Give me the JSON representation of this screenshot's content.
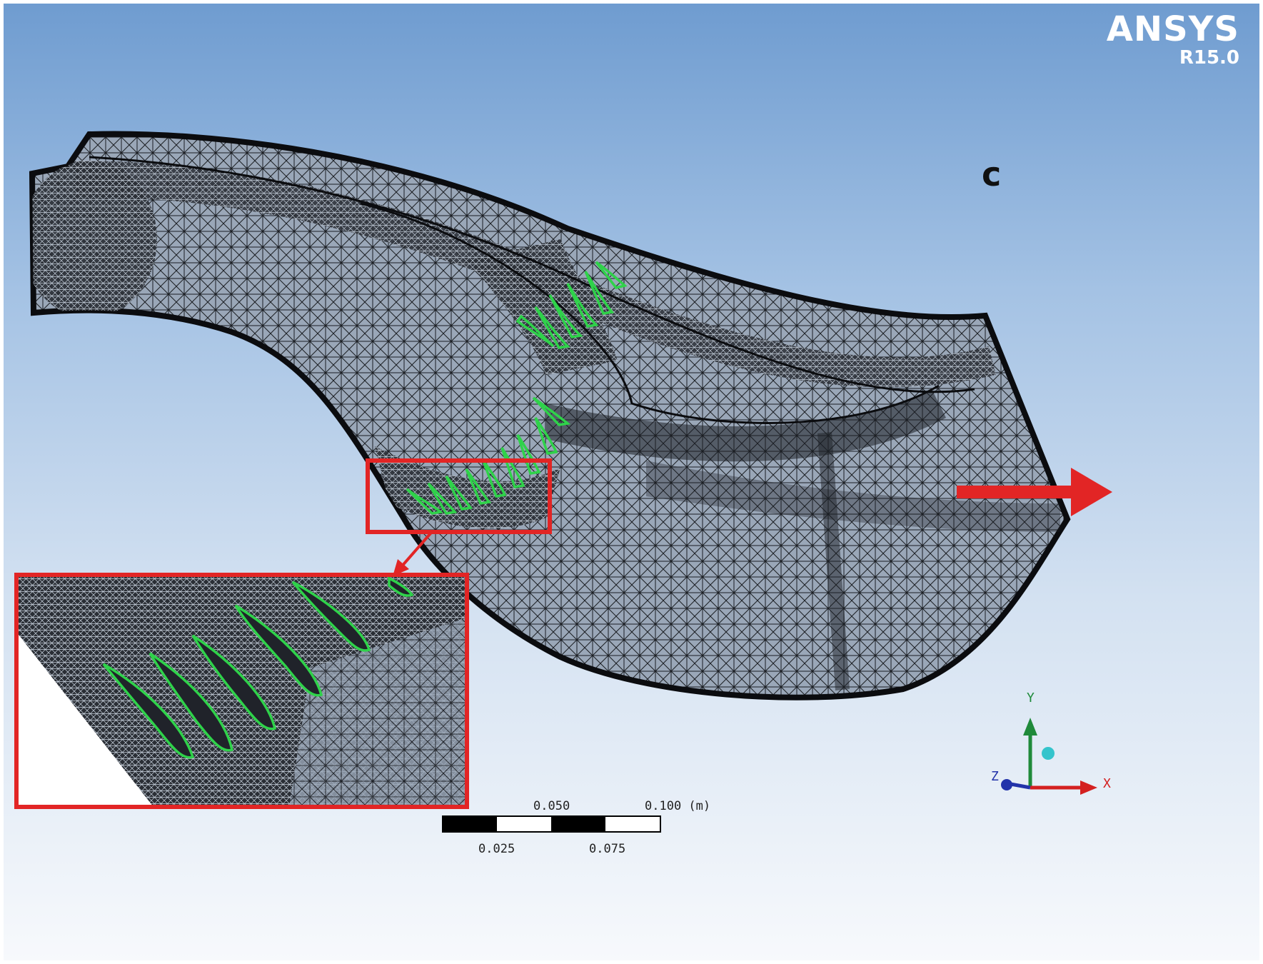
{
  "brand": {
    "name": "ANSYS",
    "version": "R15.0"
  },
  "panel_label": "c",
  "scale_bar": {
    "labels_top": [
      "0.050",
      "0.100 (m)"
    ],
    "labels_bottom": [
      "0.025",
      "0.075"
    ]
  },
  "triad": {
    "x_label": "X",
    "y_label": "Y",
    "z_label": "Z"
  },
  "colors": {
    "mesh": "#111111",
    "blades": "#2fd24a",
    "highlight": "#e22525",
    "axis_x": "#d42020",
    "axis_y": "#1f8a3a",
    "axis_z": "#2233aa"
  },
  "icons": [
    "flow-direction-arrow-icon",
    "zoom-callout-icon",
    "coordinate-triad-icon"
  ]
}
